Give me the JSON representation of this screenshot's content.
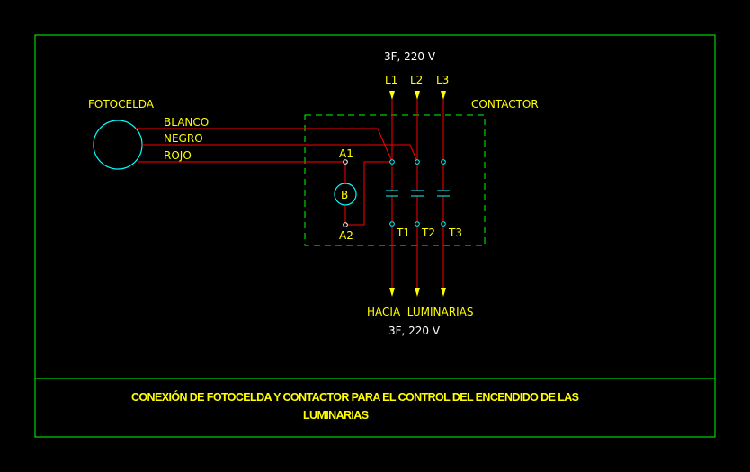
{
  "supply_top": "3F, 220 V",
  "phases_in": [
    "L1",
    "L2",
    "L3"
  ],
  "phases_out": [
    "T1",
    "T2",
    "T3"
  ],
  "photocell_label": "FOTOCELDA",
  "wires": [
    "BLANCO",
    "NEGRO",
    "ROJO"
  ],
  "contactor_label": "CONTACTOR",
  "coil_terminals": [
    "A1",
    "A2"
  ],
  "coil_symbol": "B",
  "output_label": "HACIA  LUMINARIAS",
  "supply_bottom": "3F, 220 V",
  "title_line1": "CONEXIÓN DE FOTOCELDA Y CONTACTOR PARA EL CONTROL DEL ENCENDIDO DE LAS",
  "title_line2": "LUMINARIAS",
  "colors": {
    "frame": "#00ff00",
    "wire": "#ff0000",
    "text": "#ffff00",
    "terminal": "#00ffff",
    "dashed_box": "#00ff00",
    "background": "#000000"
  }
}
